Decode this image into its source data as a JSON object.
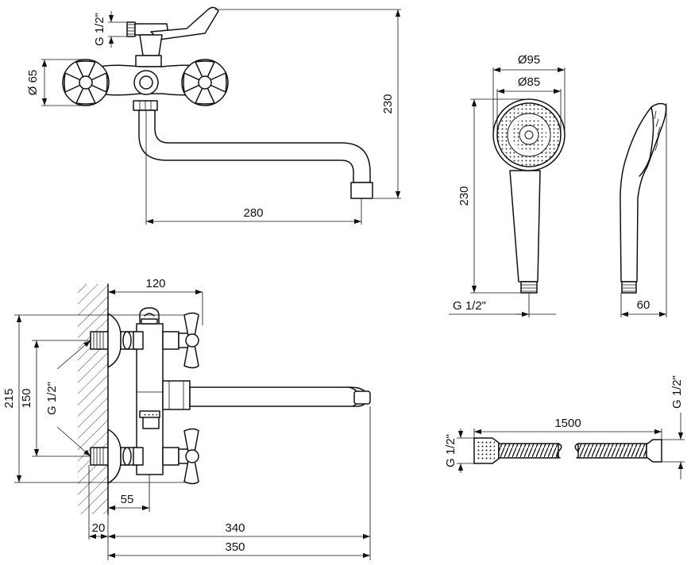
{
  "faucet_front": {
    "thread_label": "G 1/2\"",
    "handle_diameter": "Ø 65",
    "height": "230",
    "spout_reach": "280"
  },
  "hand_shower": {
    "outer_diameter": "Ø95",
    "inner_diameter": "Ø85",
    "length": "230",
    "thread_label": "G 1/2\"",
    "depth": "60"
  },
  "faucet_side": {
    "wall_offset": "120",
    "total_height": "215",
    "inlet_spacing": "150",
    "inlet_thread": "G 1/2\"",
    "inlet_depth": "55",
    "wall_gap": "20",
    "spout_length": "340",
    "total_depth": "350"
  },
  "hose": {
    "thread_left": "G 1/2\"",
    "length": "1500",
    "thread_right": "G 1/2\""
  }
}
